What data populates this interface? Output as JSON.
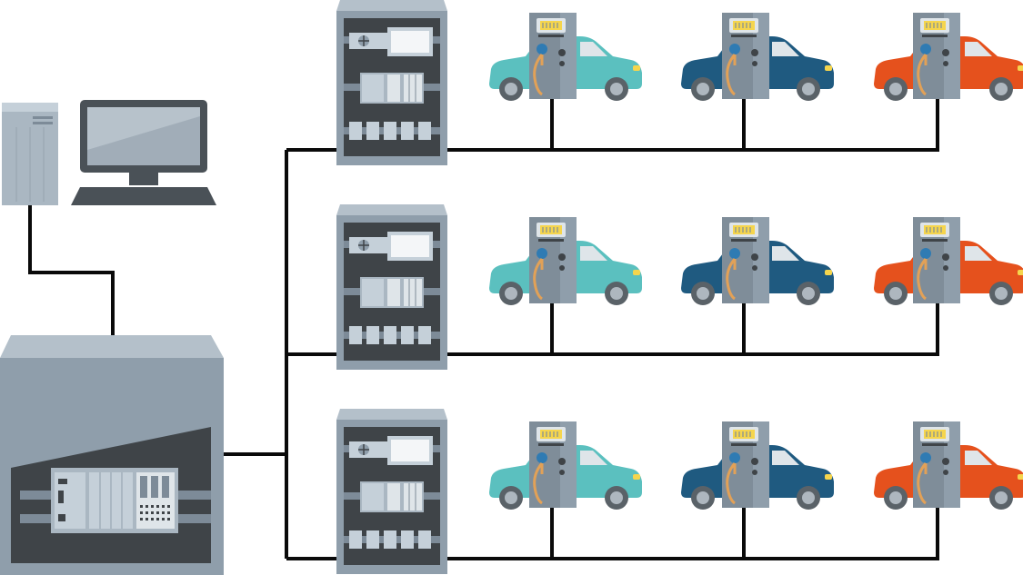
{
  "colors": {
    "line": "#0a0a0a",
    "cabinet_light": "#8f9eab",
    "cabinet_mid": "#7d8b98",
    "cabinet_dark": "#3f4448",
    "module_light": "#c5d0d9",
    "module_mid": "#aab7c2",
    "screen_dark": "#3a4148",
    "screen_light": "#b7c2cb",
    "charger_body": "#7f8d99",
    "charger_display": "#f5d54d",
    "charger_cable": "#e2a157",
    "charger_connector": "#2f7bb3",
    "tire": "#5a6268",
    "hub": "#aeb7bf",
    "car_teal": "#5bc0bf",
    "car_navy": "#1f5a80",
    "car_orange": "#e5511d",
    "window": "#dfe5e9"
  },
  "elements": {
    "server_tower": "server-tower",
    "monitor": "desktop-monitor",
    "keyboard": "keyboard",
    "main_controller": "main-controller-cabinet",
    "distribution_cabinets": 3,
    "chargers_per_row": 3
  },
  "rows": [
    {
      "cabinet": "distribution-cabinet-1",
      "stations": [
        {
          "car_color": "teal",
          "name": "charging-station-1-1"
        },
        {
          "car_color": "navy",
          "name": "charging-station-1-2"
        },
        {
          "car_color": "orange",
          "name": "charging-station-1-3"
        }
      ]
    },
    {
      "cabinet": "distribution-cabinet-2",
      "stations": [
        {
          "car_color": "teal",
          "name": "charging-station-2-1"
        },
        {
          "car_color": "navy",
          "name": "charging-station-2-2"
        },
        {
          "car_color": "orange",
          "name": "charging-station-2-3"
        }
      ]
    },
    {
      "cabinet": "distribution-cabinet-3",
      "stations": [
        {
          "car_color": "teal",
          "name": "charging-station-3-1"
        },
        {
          "car_color": "navy",
          "name": "charging-station-3-2"
        },
        {
          "car_color": "orange",
          "name": "charging-station-3-3"
        }
      ]
    }
  ]
}
